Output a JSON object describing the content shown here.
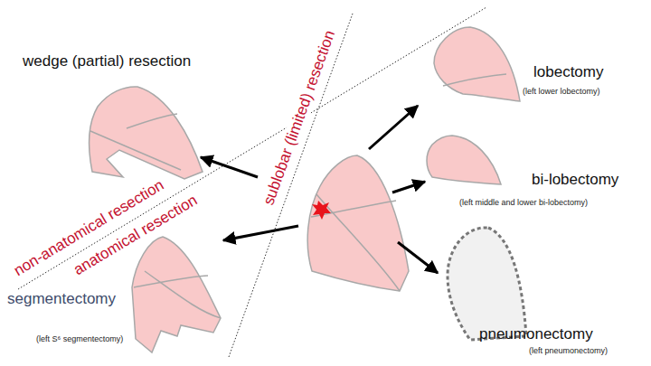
{
  "diagram": {
    "nodes": [
      {
        "text": [
          "wedge (partial) resection"
        ]
      },
      {
        "text": [
          "lobectomy",
          "(left lower lobectomy)"
        ]
      },
      {
        "text": [
          "bi-lobectomy",
          "(left middle and lower bi-lobectomy)"
        ]
      },
      {
        "text": [
          "segmentectomy",
          "(left S⁶ segmentectomy)"
        ]
      },
      {
        "text": [
          "pneumonectomy",
          "(left pneumonectomy)"
        ]
      }
    ],
    "labels": [
      "sublobar (limited) resection",
      "non-anatomical resection",
      "anatomical resection"
    ]
  }
}
